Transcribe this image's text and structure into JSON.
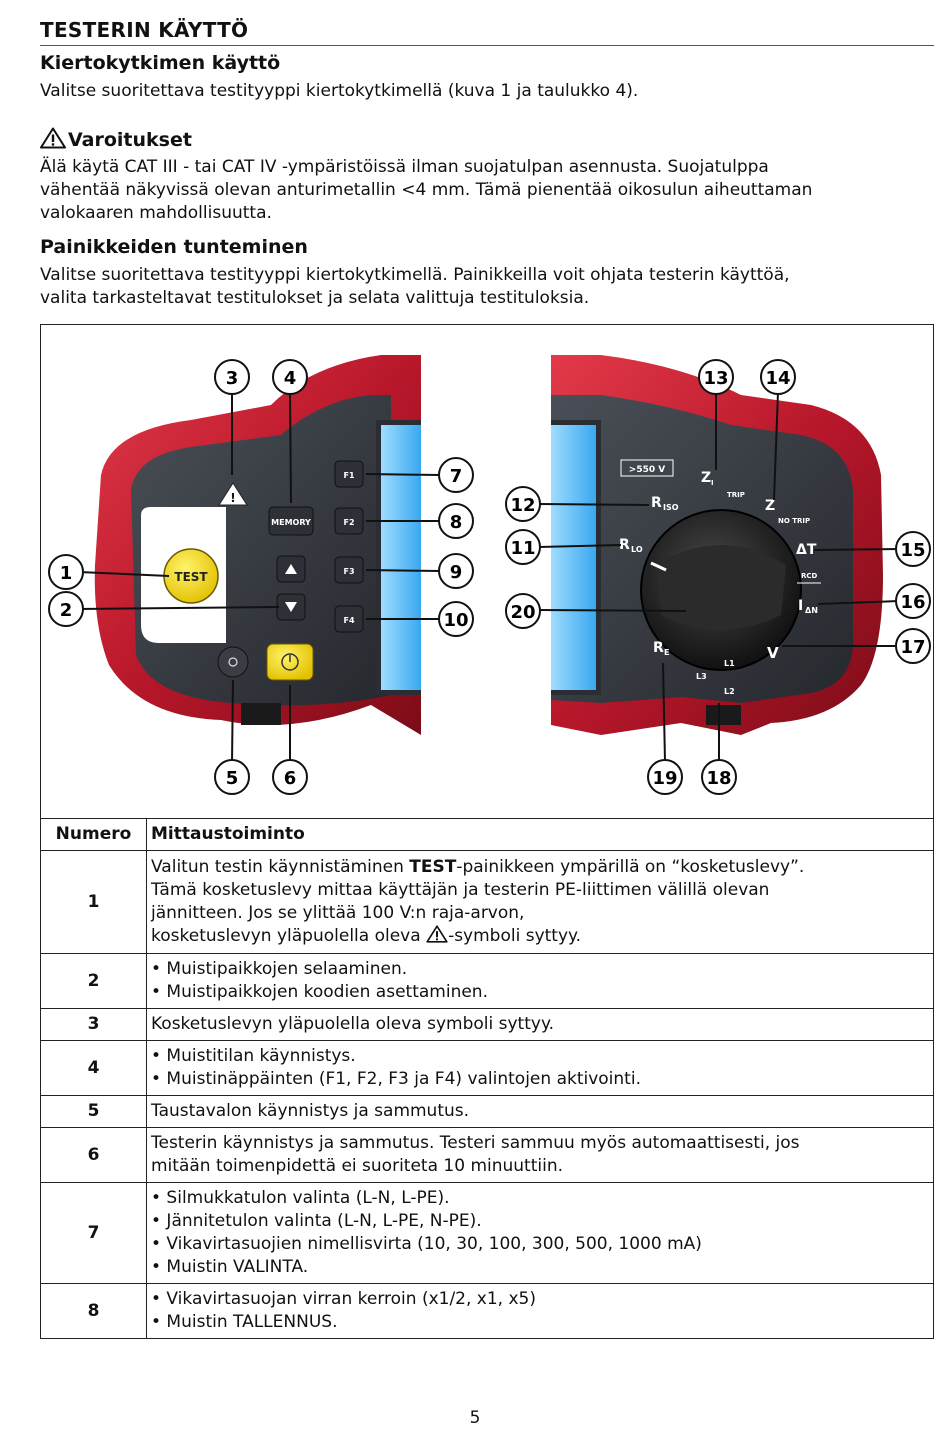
{
  "header": {
    "title": "TESTERIN KÄYTTÖ"
  },
  "section1": {
    "heading": "Kiertokytkimen käyttö",
    "text": "Valitse suoritettava testityyppi kiertokytkimellä (kuva 1 ja taulukko 4)."
  },
  "warnings": {
    "heading": "Varoitukset",
    "lines": [
      "Älä käytä CAT III - tai CAT IV -ympäristöissä ilman suojatulpan asennusta. Suojatulppa",
      "vähentää näkyvissä olevan anturimetallin <4 mm. Tämä pienentää oikosulun aiheuttaman",
      "valokaaren mahdollisuutta."
    ]
  },
  "section2": {
    "heading": "Painikkeiden tunteminen",
    "lines": [
      "Valitse suoritettava testityyppi kiertokytkimellä. Painikkeilla voit ohjata testerin käyttöä,",
      "valita tarkasteltavat testitulokset ja selata valittuja testituloksia."
    ]
  },
  "figure": {
    "callouts": [
      "1",
      "2",
      "3",
      "4",
      "5",
      "6",
      "7",
      "8",
      "9",
      "10",
      "11",
      "12",
      "13",
      "14",
      "15",
      "16",
      "17",
      "18",
      "19",
      "20"
    ],
    "buttons": {
      "test": "TEST",
      "memory": "MEMORY",
      "f1": "F1",
      "f2": "F2",
      "f3": "F3",
      "f4": "F4"
    },
    "dial": {
      "cat_label": ">550 V",
      "riso": "R",
      "riso_sub": "ISO",
      "rlo": "R",
      "rlo_sub": "LO",
      "zi_trip": "Z",
      "zi_sub": "I",
      "trip": "TRIP",
      "zi_notrip": "Z",
      "notrip": "NO TRIP",
      "delta_t": "ΔT",
      "rcd": "RCD",
      "i_delta_n": "I",
      "i_delta_n_sub": "ΔN",
      "v": "V",
      "re": "R",
      "re_sub": "E",
      "l1": "L1",
      "l2": "L2",
      "l3": "L3"
    }
  },
  "table": {
    "headers": [
      "Numero",
      "Mittaustoiminto"
    ],
    "rows": [
      {
        "num": "1",
        "lines": [
          "Valitun testin käynnistäminen ",
          "TEST",
          "-painikkeen ympärillä on “kosketuslevy”.",
          "Tämä kosketuslevy mittaa käyttäjän ja testerin PE-liittimen välillä olevan",
          "jännitteen. Jos se ylittää 100 V:n raja-arvon,",
          "kosketuslevyn yläpuolella oleva ",
          "-symboli syttyy."
        ]
      },
      {
        "num": "2",
        "lines": [
          "• Muistipaikkojen selaaminen.",
          "• Muistipaikkojen koodien asettaminen."
        ]
      },
      {
        "num": "3",
        "lines": [
          "Kosketuslevyn yläpuolella oleva symboli syttyy."
        ]
      },
      {
        "num": "4",
        "lines": [
          "• Muistitilan käynnistys.",
          "• Muistinäppäinten (F1, F2, F3 ja F4) valintojen aktivointi."
        ]
      },
      {
        "num": "5",
        "lines": [
          "Taustavalon käynnistys ja sammutus."
        ]
      },
      {
        "num": "6",
        "lines": [
          "Testerin käynnistys ja sammutus. Testeri sammuu myös automaattisesti, jos",
          "mitään toimenpidettä ei suoriteta 10 minuuttiin."
        ]
      },
      {
        "num": "7",
        "lines": [
          "• Silmukkatulon valinta (L-N, L-PE).",
          "• Jännitetulon valinta (L-N, L-PE, N-PE).",
          "• Vikavirtasuojien nimellisvirta (10, 30, 100, 300, 500, 1000 mA)",
          "• Muistin VALINTA."
        ]
      },
      {
        "num": "8",
        "lines": [
          "• Vikavirtasuojan virran kerroin (x1/2, x1, x5)",
          "• Muistin TALLENNUS."
        ]
      }
    ]
  },
  "page_number": "5"
}
